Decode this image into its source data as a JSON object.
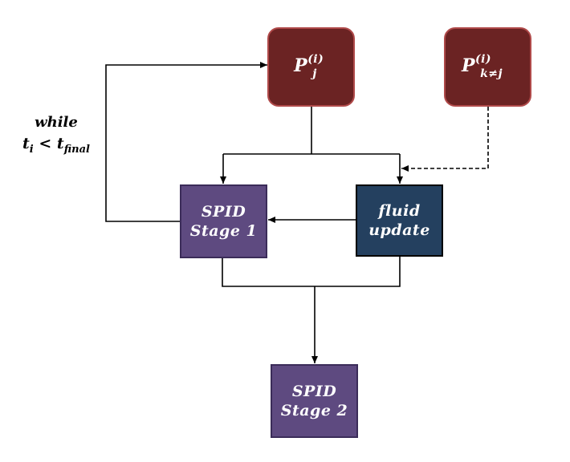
{
  "nodes": {
    "p_j": {
      "symbol": "P",
      "superscript": "(i)",
      "subscript": "j"
    },
    "p_kj": {
      "symbol": "P",
      "superscript": "(i)",
      "subscript": "k≠j"
    },
    "spid1": {
      "line1": "SPID",
      "line2": "Stage 1"
    },
    "fluid": {
      "line1": "fluid",
      "line2": "update"
    },
    "spid2": {
      "line1": "SPID",
      "line2": "Stage 2"
    }
  },
  "loop": {
    "keyword": "while",
    "cond_left": "t",
    "cond_left_sub": "i",
    "operator": "<",
    "cond_right": "t",
    "cond_right_sub": "final"
  },
  "colors": {
    "processor": "#6b2323",
    "processor_border": "#b04a4a",
    "spid": "#5e4a80",
    "fluid": "#24405f"
  }
}
